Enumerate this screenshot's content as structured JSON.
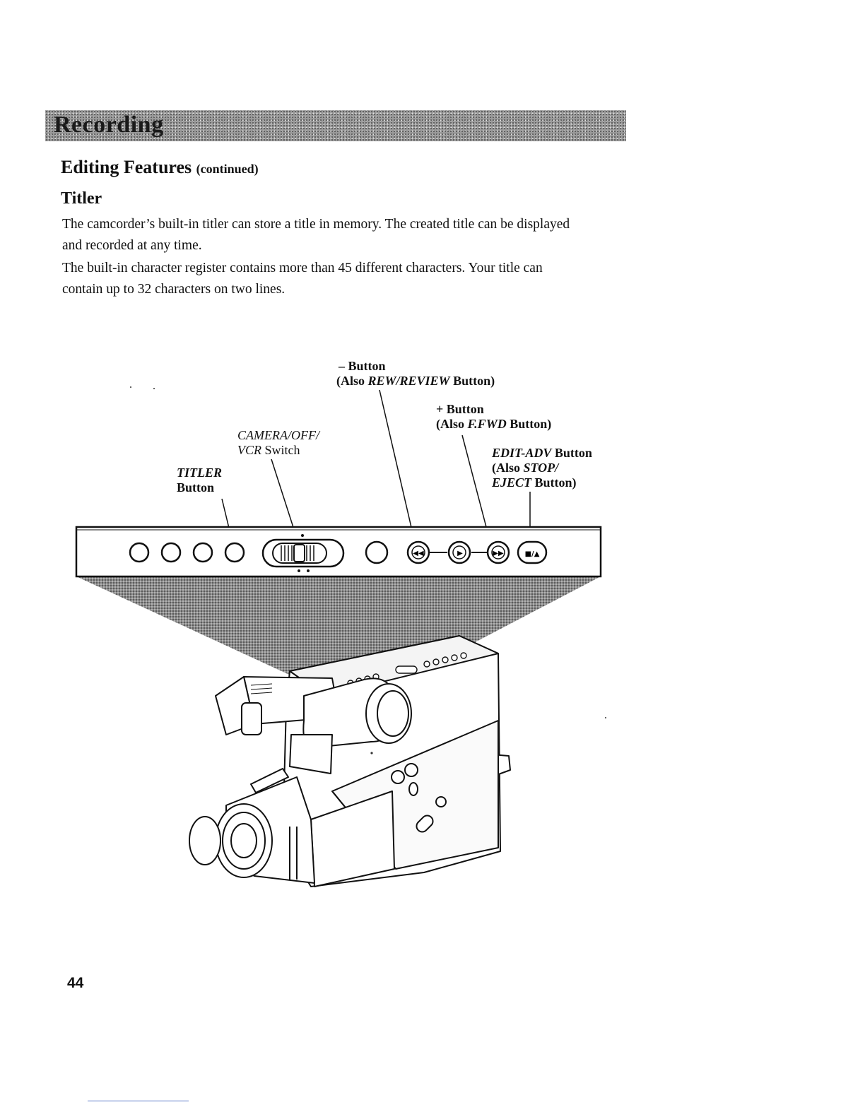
{
  "header": {
    "banner_title": "Recording"
  },
  "section": {
    "title": "Editing Features",
    "title_suffix": "(continued)",
    "subtitle": "Titler"
  },
  "paragraphs": [
    "The camcorder’s built-in titler can store a title in memory.  The created title can be displayed and recorded at any time.",
    "The built-in character register contains more than 45 different characters.  Your title can contain up to 32 characters on two lines."
  ],
  "callouts": {
    "minus_button": {
      "line1": "– Button",
      "line2_pre": "(Also ",
      "line2_italic": "REW/REVIEW",
      "line2_post": " Button)"
    },
    "plus_button": {
      "line1": "+ Button",
      "line2_pre": "(Also ",
      "line2_italic": "F.FWD",
      "line2_post": " Button)"
    },
    "camera_switch": {
      "line1_italic": "CAMERA/OFF/",
      "line2_italic": "VCR",
      "line2_post": " Switch"
    },
    "titler_button": {
      "line1_italic": "TITLER",
      "line2": "Button"
    },
    "edit_adv": {
      "line1_italic": "EDIT-ADV",
      "line1_post": " Button",
      "line2_pre": "(Also ",
      "line2_italic": "STOP/",
      "line3_italic": "EJECT",
      "line3_post": " Button)"
    }
  },
  "panel_button_glyphs": {
    "rewind": "◀◀",
    "play": "▶",
    "fast_forward": "▶▶",
    "stop_eject": "■/▲"
  },
  "page_number": "44"
}
